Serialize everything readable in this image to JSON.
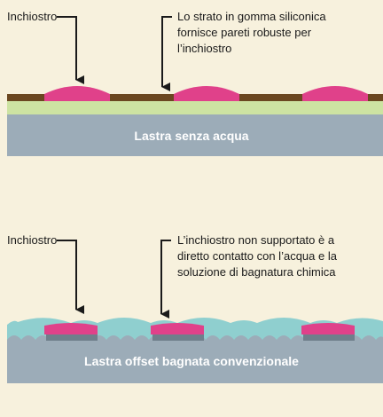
{
  "waterless": {
    "ink_label": "Inchiostro",
    "layer_label_lines": [
      "Lo strato in gomma siliconica",
      "fornisce pareti robuste per",
      "l’inchiostro"
    ],
    "plate_label": "Lastra senza acqua"
  },
  "conventional": {
    "ink_label": "Inchiostro",
    "water_label_lines": [
      "L’inchiostro non supportato è a",
      "diretto contatto con l’acqua e la",
      "soluzione di bagnatura chimica"
    ],
    "plate_label": "Lastra offset bagnata convenzionale"
  },
  "colors": {
    "background": "#f7f1dd",
    "ink": "#e0418a",
    "silicone": "#6b4720",
    "primer": "#cde3a2",
    "plate": "#9cacb8",
    "water": "#8fcfcf",
    "plate_shadow": "#7e8f9b"
  }
}
